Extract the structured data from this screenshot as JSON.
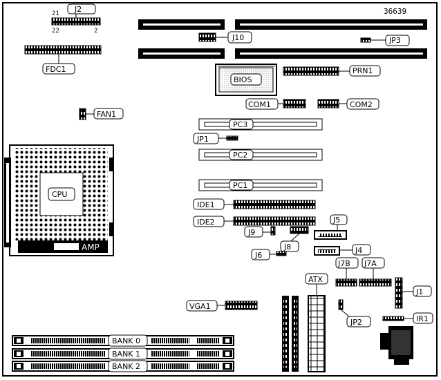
{
  "figure_id": "36639",
  "labels": {
    "j2": "J2",
    "j2_pin_21": "21",
    "j2_pin_22": "22",
    "j2_pin_2": "2",
    "j10": "J10",
    "jp3": "JP3",
    "fdc1": "FDC1",
    "bios": "BIOS",
    "prn1": "PRN1",
    "com1": "COM1",
    "com2": "COM2",
    "fan1": "FAN1",
    "pc3": "PC3",
    "jp1": "JP1",
    "pc2": "PC2",
    "cpu": "CPU",
    "amp": "AMP",
    "pc1": "PC1",
    "ide1": "IDE1",
    "ide2": "IDE2",
    "j5": "J5",
    "j9": "J9",
    "j8": "J8",
    "j6": "J6",
    "j4": "J4",
    "j7b": "J7B",
    "j7a": "J7A",
    "atx": "ATX",
    "j1": "J1",
    "vga1": "VGA1",
    "jp2": "JP2",
    "ir1": "IR1",
    "bank0": "BANK 0",
    "bank1": "BANK 1",
    "bank2": "BANK 2"
  }
}
